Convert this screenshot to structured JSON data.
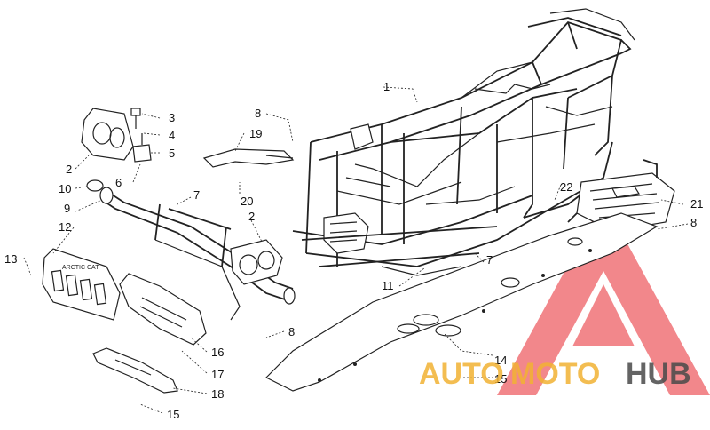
{
  "callouts": [
    {
      "id": "1",
      "text": "1"
    },
    {
      "id": "2a",
      "text": "2"
    },
    {
      "id": "2b",
      "text": "2"
    },
    {
      "id": "3",
      "text": "3"
    },
    {
      "id": "4",
      "text": "4"
    },
    {
      "id": "5",
      "text": "5"
    },
    {
      "id": "6",
      "text": "6"
    },
    {
      "id": "7a",
      "text": "7"
    },
    {
      "id": "7b",
      "text": "7"
    },
    {
      "id": "8a",
      "text": "8"
    },
    {
      "id": "8b",
      "text": "8"
    },
    {
      "id": "8c",
      "text": "8"
    },
    {
      "id": "9",
      "text": "9"
    },
    {
      "id": "10",
      "text": "10"
    },
    {
      "id": "11",
      "text": "11"
    },
    {
      "id": "12",
      "text": "12"
    },
    {
      "id": "13",
      "text": "13"
    },
    {
      "id": "14",
      "text": "14"
    },
    {
      "id": "15a",
      "text": "15"
    },
    {
      "id": "15b",
      "text": "15"
    },
    {
      "id": "16",
      "text": "16"
    },
    {
      "id": "17",
      "text": "17"
    },
    {
      "id": "18",
      "text": "18"
    },
    {
      "id": "19",
      "text": "19"
    },
    {
      "id": "20",
      "text": "20"
    },
    {
      "id": "21",
      "text": "21"
    },
    {
      "id": "22",
      "text": "22"
    }
  ],
  "watermark": {
    "part1": "AUTO",
    "part2": "MOTO",
    "part3": "HUB",
    "color_red": "#e8242b",
    "color_yellow": "#f2b233",
    "color_gray": "#4a4a4a"
  }
}
